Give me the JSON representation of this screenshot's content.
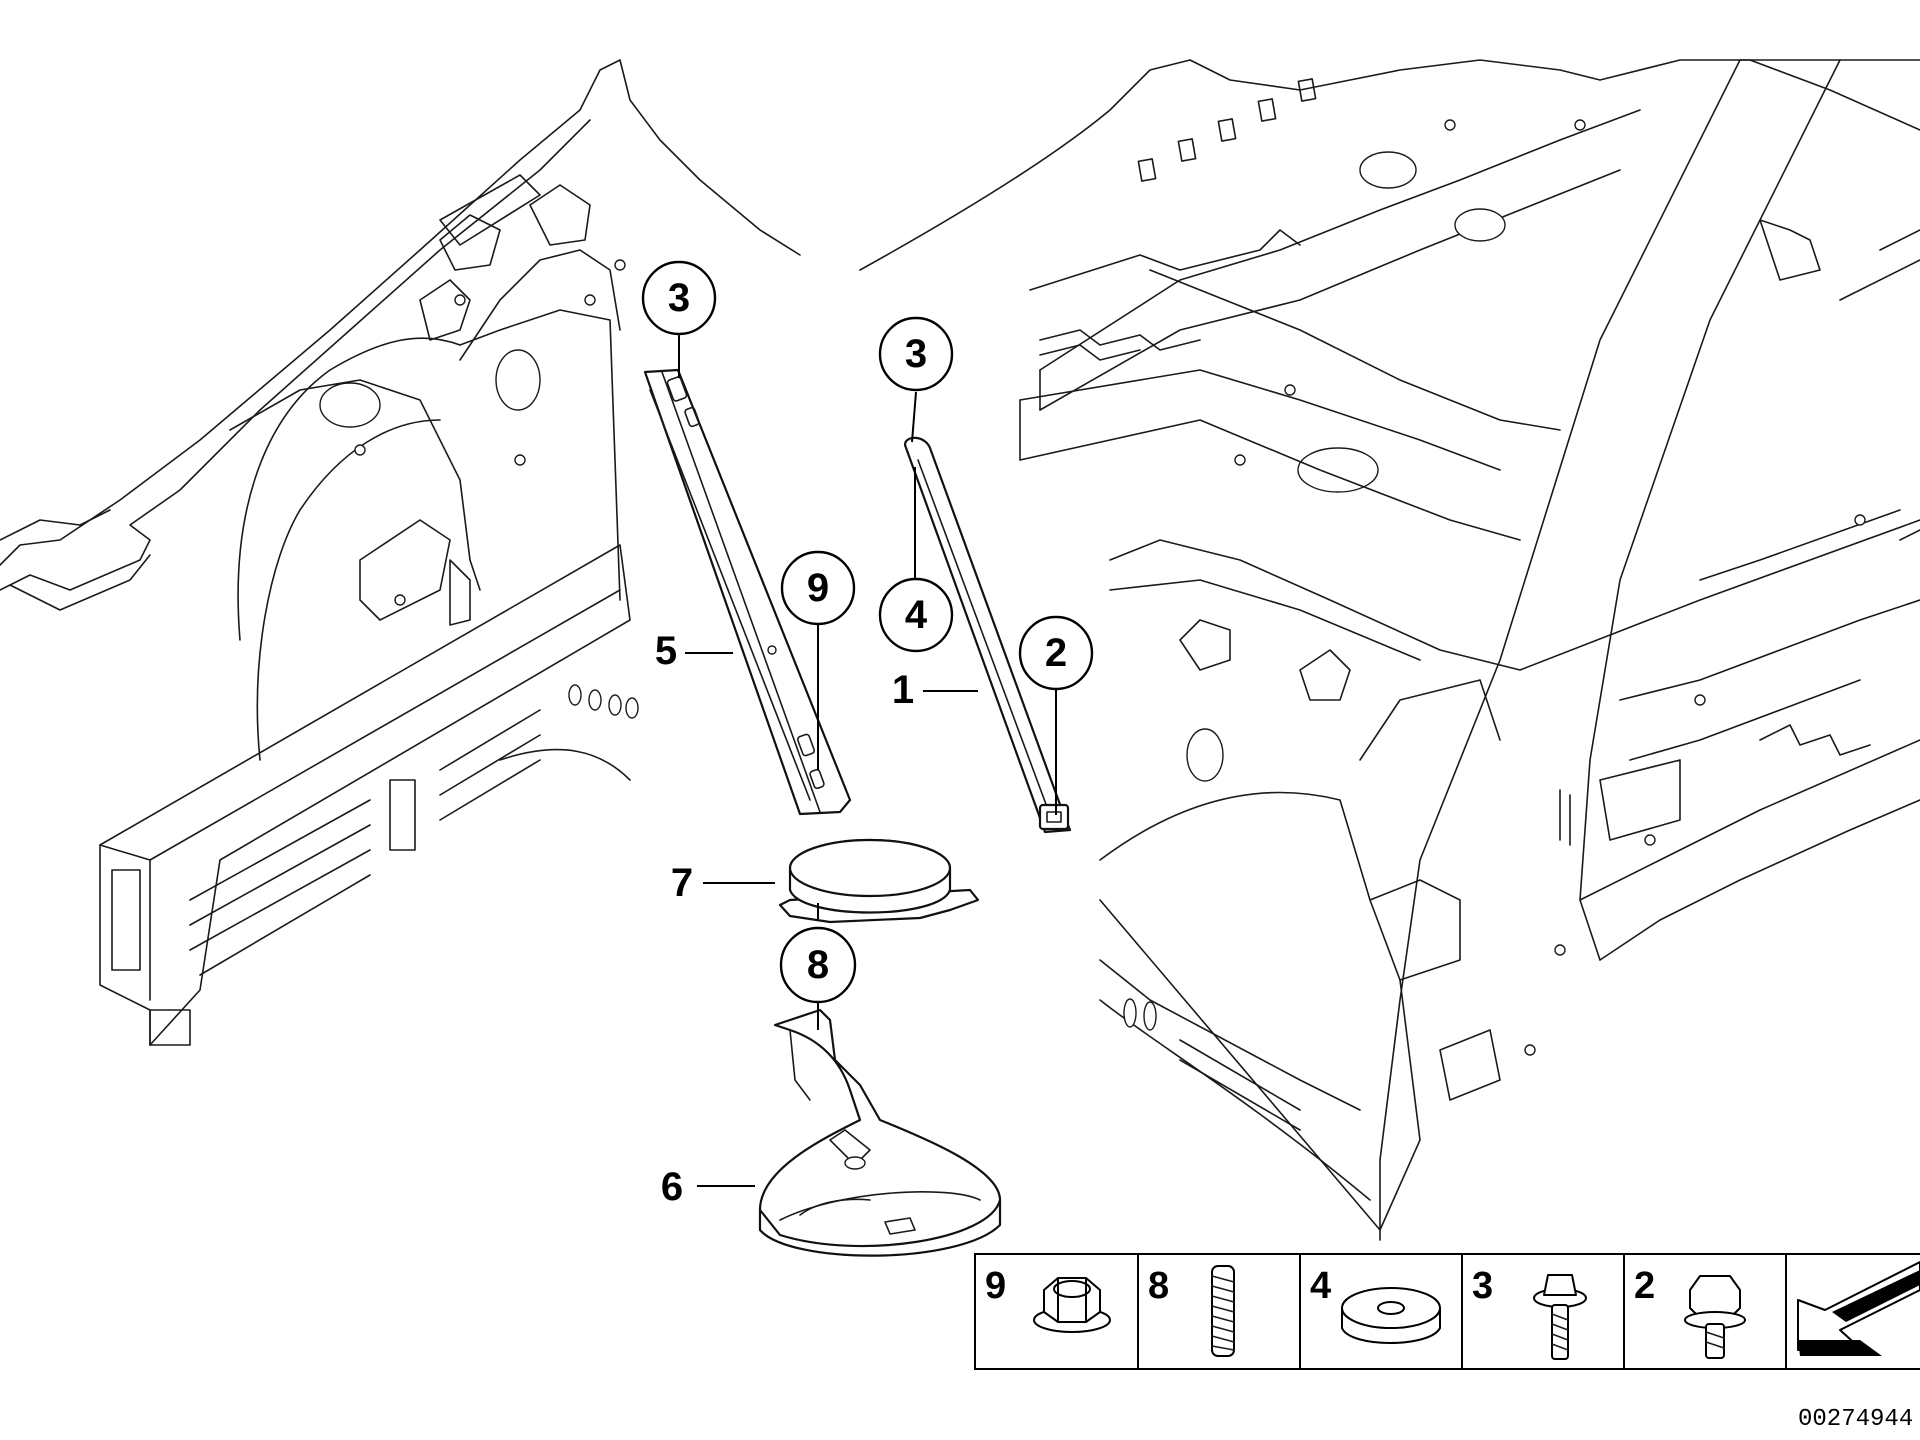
{
  "diagram": {
    "callouts": [
      {
        "id": "c3a",
        "label": "3"
      },
      {
        "id": "c3b",
        "label": "3"
      },
      {
        "id": "c9",
        "label": "9"
      },
      {
        "id": "c4",
        "label": "4"
      },
      {
        "id": "c2",
        "label": "2"
      },
      {
        "id": "c8",
        "label": "8"
      }
    ],
    "part_labels": [
      {
        "id": "p5",
        "label": "5"
      },
      {
        "id": "p1",
        "label": "1"
      },
      {
        "id": "p7",
        "label": "7"
      },
      {
        "id": "p6",
        "label": "6"
      }
    ],
    "legend": [
      {
        "label": "9",
        "part": "flange-nut-icon"
      },
      {
        "label": "8",
        "part": "stud-bolt-icon"
      },
      {
        "label": "4",
        "part": "washer-icon"
      },
      {
        "label": "3",
        "part": "collar-screw-icon"
      },
      {
        "label": "2",
        "part": "hex-bolt-icon"
      }
    ],
    "reference_number": "00274944"
  }
}
